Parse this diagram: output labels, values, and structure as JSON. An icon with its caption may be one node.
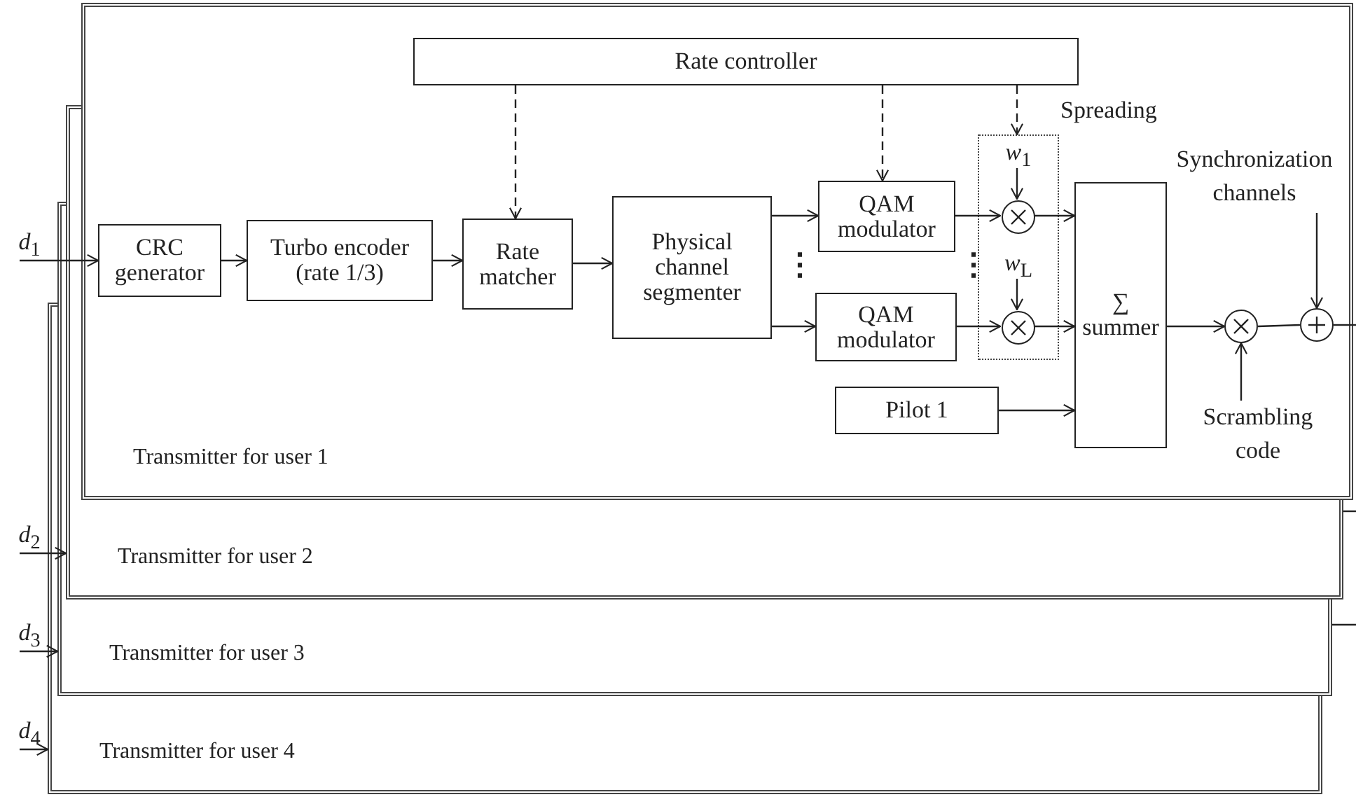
{
  "diagram": {
    "nodes": [
      {
        "text": [
          "Transmitter for user 1"
        ]
      },
      {
        "text": [
          "Rate controller"
        ],
        "in": 0
      },
      {
        "text": [
          "CRC generator"
        ],
        "in": 0
      },
      {
        "text": [
          "Turbo encoder (rate 1/3)"
        ],
        "in": 0
      },
      {
        "text": [
          "Rate matcher"
        ],
        "in": 0
      },
      {
        "text": [
          "Physical channel segmenter"
        ],
        "in": 0
      },
      {
        "text": [
          "QAM modulator"
        ],
        "in": 0
      },
      {
        "text": [
          "QAM modulator"
        ],
        "in": 0
      },
      {
        "text": [
          "Spreading"
        ],
        "in": 0
      },
      {
        "text": [
          "*w*$_{1}$"
        ],
        "in": 8
      },
      {
        "text": [],
        "shape": "circle",
        "in": 8
      },
      {
        "text": [
          "*w*$_{L}$"
        ],
        "in": 8
      },
      {
        "text": [],
        "shape": "circle",
        "in": 8
      },
      {
        "text": [
          "∑",
          "summer"
        ],
        "in": 0
      },
      {
        "text": [
          "Pilot 1"
        ],
        "in": 0
      },
      {
        "text": [],
        "shape": "circle",
        "in": 0
      },
      {
        "text": [],
        "shape": "circle",
        "in": 0
      },
      {
        "text": [
          "Synchronization channels"
        ],
        "in": 0
      },
      {
        "text": [
          "Scrambling code"
        ],
        "in": 0
      },
      {
        "text": [
          "*d*$_{1}$"
        ]
      },
      {
        "text": [
          "*d*$_{2}$"
        ]
      },
      {
        "text": [
          "*d*$_{3}$"
        ]
      },
      {
        "text": [
          "*d*$_{4}$"
        ]
      },
      {
        "text": [
          "Transmitter for user 2"
        ]
      },
      {
        "text": [
          "Transmitter for user 3"
        ]
      },
      {
        "text": [
          "Transmitter for user 4"
        ]
      }
    ],
    "edges": [
      {
        "from": 19,
        "to": 2,
        "arrow": "to"
      },
      {
        "from": 2,
        "to": 3,
        "arrow": "to"
      },
      {
        "from": 3,
        "to": 4,
        "arrow": "to"
      },
      {
        "from": 4,
        "to": 5,
        "arrow": "to"
      },
      {
        "from": 5,
        "to": 6,
        "arrow": "to"
      },
      {
        "from": 5,
        "to": 7,
        "arrow": "to"
      },
      {
        "from": 6,
        "to": 10,
        "arrow": "to"
      },
      {
        "from": 7,
        "to": 12,
        "arrow": "to"
      },
      {
        "from": 10,
        "to": 13,
        "arrow": "to"
      },
      {
        "from": 12,
        "to": 13,
        "arrow": "to"
      },
      {
        "from": 9,
        "to": 10,
        "arrow": "to"
      },
      {
        "from": 11,
        "to": 12,
        "arrow": "to"
      },
      {
        "from": 14,
        "to": 13,
        "arrow": "to"
      },
      {
        "from": 13,
        "to": 15,
        "arrow": "to"
      },
      {
        "from": 15,
        "to": 16,
        "arrow": "none"
      },
      {
        "from": 18,
        "to": 15,
        "arrow": "to"
      },
      {
        "from": 17,
        "to": 16,
        "arrow": "to"
      },
      {
        "from": 16,
        "to": null,
        "arrow": "none"
      },
      {
        "from": 1,
        "to": 4,
        "arrow": "to",
        "style": "dashed"
      },
      {
        "from": 1,
        "to": 6,
        "arrow": "to",
        "style": "dashed"
      },
      {
        "from": 1,
        "to": 8,
        "arrow": "to",
        "style": "dashed"
      },
      {
        "from": 20,
        "to": 23,
        "arrow": "to"
      },
      {
        "from": 21,
        "to": 24,
        "arrow": "to"
      },
      {
        "from": 22,
        "to": 25,
        "arrow": "to"
      },
      {
        "from": 23,
        "to": null,
        "arrow": "none"
      },
      {
        "from": 24,
        "to": null,
        "arrow": "none"
      }
    ],
    "labels": [
      "⋮",
      "⋮"
    ]
  }
}
